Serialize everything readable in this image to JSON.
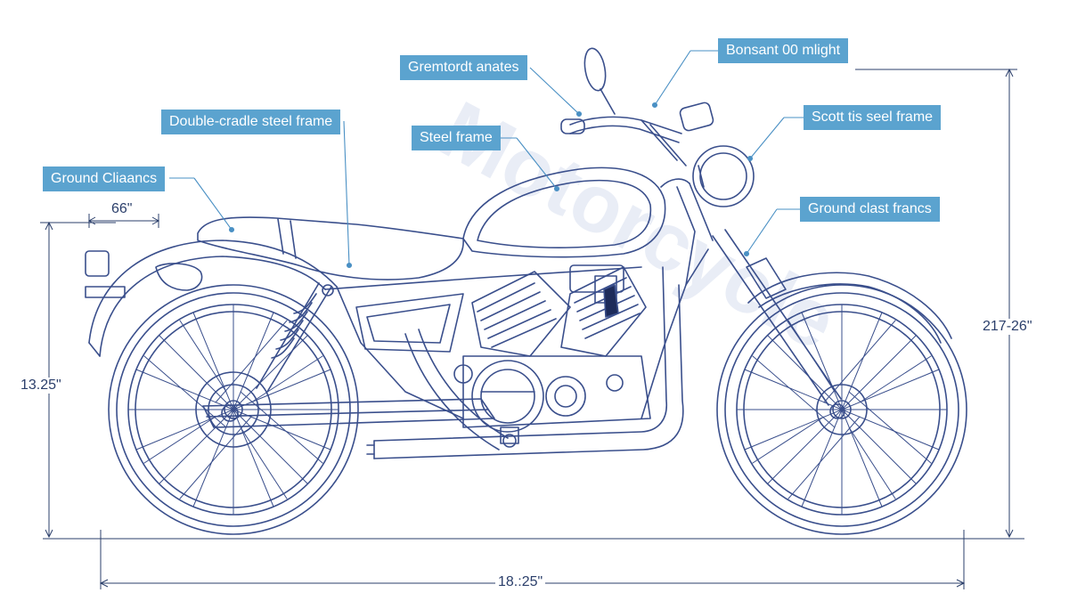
{
  "colors": {
    "line": "#3a4f8c",
    "leader": "#4a90c4",
    "callout_bg": "#5ba3cf",
    "callout_text": "#ffffff",
    "dimension": "#2b3f6b"
  },
  "callouts": {
    "gremtordt": "Gremtordt anates",
    "bonsant": "Bonsant 00 mlight",
    "double_cradle": "Double-cradle steel frame",
    "steel_frame": "Steel frame",
    "scott_seel": "Scott tis seel frame",
    "ground_cliaancs": "Ground Cliaancs",
    "ground_clast": "Ground clast francs"
  },
  "dimensions": {
    "seat_width": "66\"",
    "left_height": "13.25\"",
    "right_height": "217-26\"",
    "overall_length": "18.:25\""
  },
  "watermark": "Motorcycle"
}
